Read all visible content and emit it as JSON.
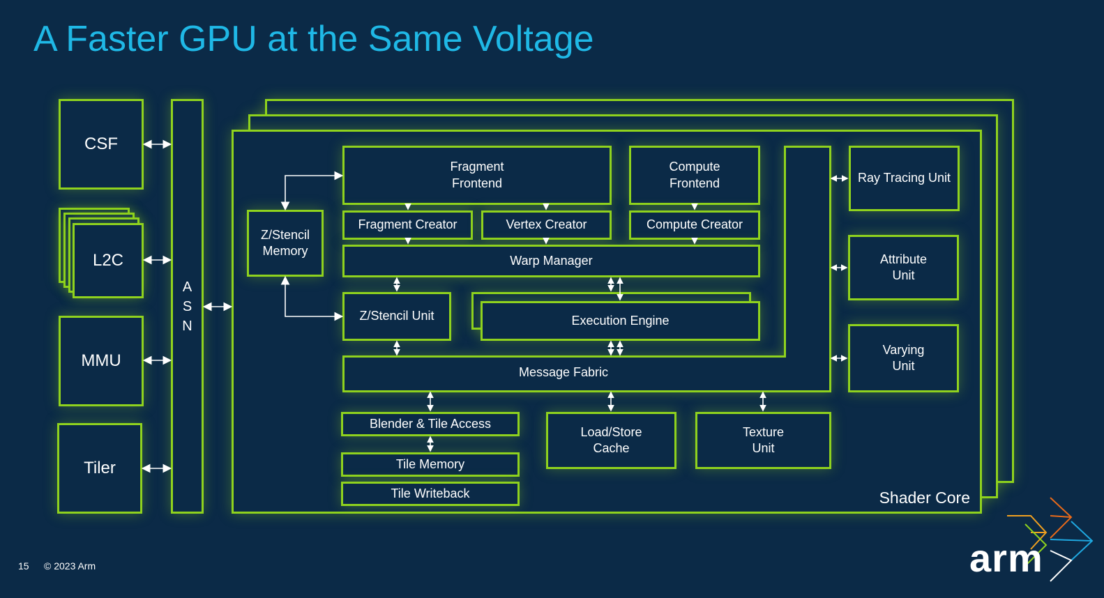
{
  "title": "A Faster GPU at the Same Voltage",
  "blocks": {
    "csf": "CSF",
    "l2c": "L2C",
    "mmu": "MMU",
    "tiler": "Tiler",
    "asn_letters": [
      "A",
      "S",
      "N"
    ],
    "zstencil_memory": "Z/Stencil\nMemory",
    "fragment_frontend": "Fragment\nFrontend",
    "compute_frontend": "Compute\nFrontend",
    "fragment_creator": "Fragment Creator",
    "vertex_creator": "Vertex Creator",
    "compute_creator": "Compute Creator",
    "warp_manager": "Warp Manager",
    "zstencil_unit": "Z/Stencil Unit",
    "execution_engine": "Execution Engine",
    "message_fabric": "Message Fabric",
    "blender_tile_access": "Blender & Tile Access",
    "tile_memory": "Tile Memory",
    "tile_writeback": "Tile Writeback",
    "load_store_cache": "Load/Store\nCache",
    "texture_unit": "Texture\nUnit",
    "ray_tracing_unit": "Ray Tracing Unit",
    "attribute_unit": "Attribute\nUnit",
    "varying_unit": "Varying\nUnit",
    "shader_core": "Shader Core"
  },
  "footer": {
    "page_number": "15",
    "copyright": "© 2023 Arm"
  },
  "logo": {
    "text": "arm",
    "chevron_colors": [
      "#f0a020",
      "#8fd21e",
      "#e86a1a",
      "#1fa8e0"
    ]
  },
  "colors": {
    "background": "#0b2a47",
    "title": "#1fb8e6",
    "block_border": "#8fd21e",
    "text": "#ffffff"
  }
}
